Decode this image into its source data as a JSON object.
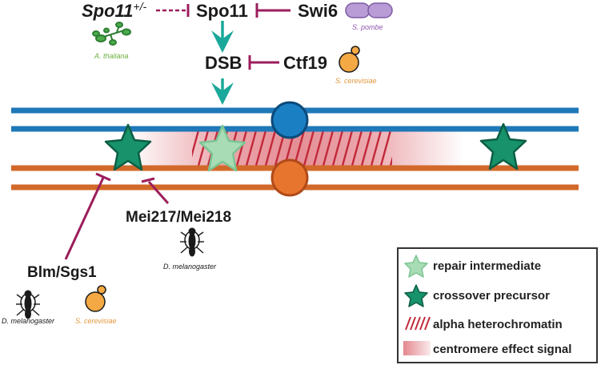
{
  "colors": {
    "chrom_blue": "#1f78b8",
    "chrom_orange": "#d2692a",
    "centromere_blue": "#1b7fc4",
    "centromere_orange": "#e8752e",
    "teal_arrow": "#1aa89a",
    "inhibit": "#9c1d5c",
    "green_star": "#17926a",
    "light_star": "#a8dcb4",
    "alpha_stripe": "#c2293a",
    "effect_signal": "#e07a82",
    "yeast": "#f4a944",
    "pombe": "#b99cd6",
    "plant": "#4caa4a",
    "species_green": "#6cae3c",
    "species_orange": "#e0973c",
    "species_purple": "#9158b0"
  },
  "labels": {
    "spo11_het_base": "Spo11",
    "spo11_het_sup": "+/-",
    "spo11": "Spo11",
    "swi6": "Swi6",
    "dsb": "DSB",
    "ctf19": "Ctf19",
    "mei217": "Mei217/Mei218",
    "blm": "Blm/Sgs1"
  },
  "species": {
    "a_thaliana": "A. thaliana",
    "s_pombe": "S. pombe",
    "s_cerevisiae_top": "S. cerevisiae",
    "d_melanogaster_mid": "D. melanogaster",
    "d_melanogaster_low": "D. melanogaster",
    "s_cerevisiae_low": "S. cerevisiae"
  },
  "icons": {
    "plant": "plant-icon",
    "pombe": "fission-yeast-icon",
    "yeast": "budding-yeast-icon",
    "fly": "fruit-fly-icon",
    "light_star": "light-star-icon",
    "green_star": "green-star-icon"
  },
  "legend": {
    "repair": "repair intermediate",
    "crossover": "crossover precursor",
    "alpha": "alpha heterochromatin",
    "centromere_effect": "centromere effect signal"
  }
}
